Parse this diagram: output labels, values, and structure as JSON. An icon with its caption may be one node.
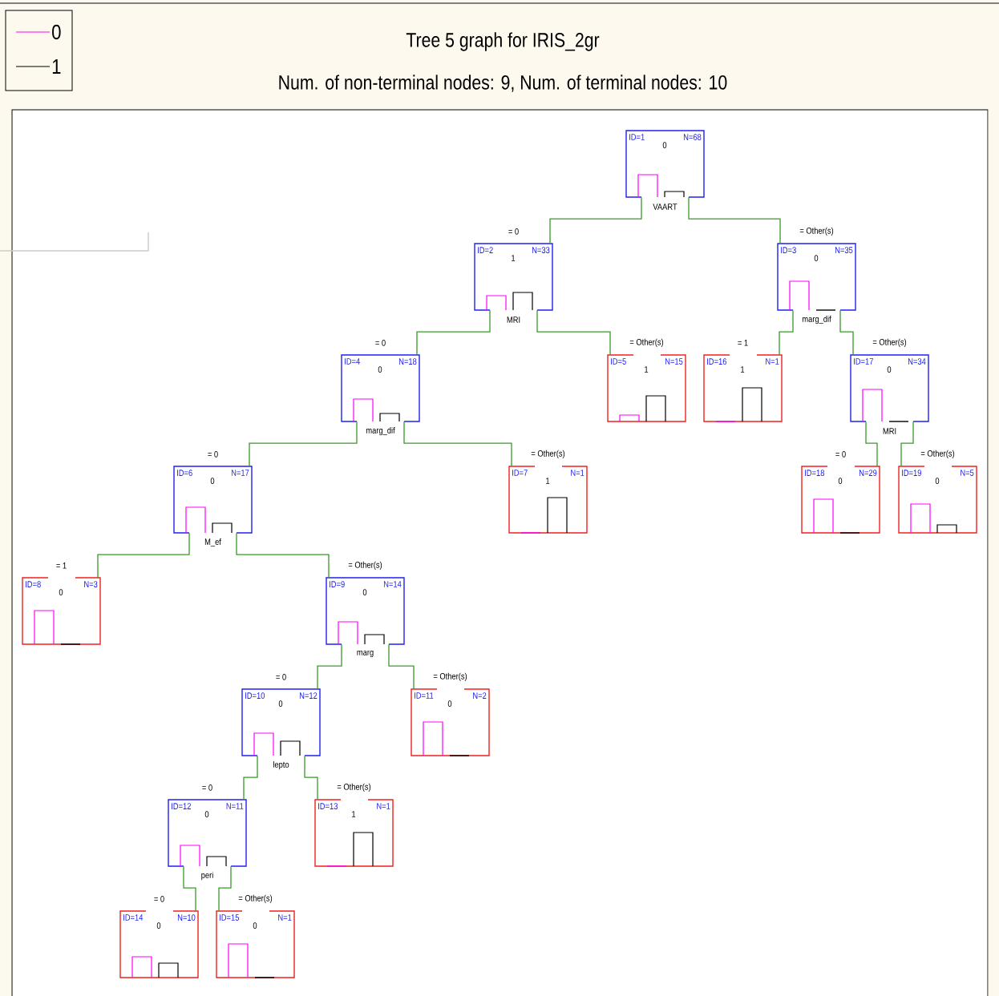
{
  "diagram": {
    "title": "Tree 5 graph for IRIS_2gr",
    "nodes": [
      {
        "text": [
          "ID=1",
          "0",
          "N=68",
          "VAART"
        ]
      },
      {
        "text": [
          "ID=2",
          "1",
          "N=33",
          "MRI"
        ]
      },
      {
        "text": [
          "ID=3",
          "0",
          "N=35",
          "marg_dif"
        ]
      },
      {
        "text": [
          "ID=4",
          "0",
          "N=18",
          "marg_dif"
        ]
      },
      {
        "text": [
          "ID=5",
          "1",
          "N=15"
        ]
      },
      {
        "text": [
          "ID=6",
          "0",
          "N=17",
          "M_ef"
        ]
      },
      {
        "text": [
          "ID=7",
          "1",
          "N=1"
        ]
      },
      {
        "text": [
          "ID=8",
          "0",
          "N=3"
        ]
      },
      {
        "text": [
          "ID=9",
          "0",
          "N=14",
          "marg"
        ]
      },
      {
        "text": [
          "ID=10",
          "0",
          "N=12",
          "lepto"
        ]
      },
      {
        "text": [
          "ID=11",
          "0",
          "N=2"
        ]
      },
      {
        "text": [
          "ID=12",
          "0",
          "N=11",
          "peri"
        ]
      },
      {
        "text": [
          "ID=13",
          "1",
          "N=1"
        ]
      },
      {
        "text": [
          "ID=14",
          "0",
          "N=10"
        ]
      },
      {
        "text": [
          "ID=15",
          "0",
          "N=1"
        ]
      },
      {
        "text": [
          "ID=16",
          "1",
          "N=1"
        ]
      },
      {
        "text": [
          "ID=17",
          "0",
          "N=34",
          "MRI"
        ]
      },
      {
        "text": [
          "ID=18",
          "0",
          "N=29"
        ]
      },
      {
        "text": [
          "ID=19",
          "0",
          "N=5"
        ]
      }
    ],
    "edges": [
      {
        "from": 0,
        "to": 1,
        "arrow": "none",
        "label": "= 0"
      },
      {
        "from": 0,
        "to": 2,
        "arrow": "none",
        "label": "= Other(s)"
      },
      {
        "from": 1,
        "to": 3,
        "arrow": "none",
        "label": "= 0"
      },
      {
        "from": 1,
        "to": 4,
        "arrow": "none",
        "label": "= Other(s)"
      },
      {
        "from": 2,
        "to": 15,
        "arrow": "none",
        "label": "= 1"
      },
      {
        "from": 2,
        "to": 16,
        "arrow": "none",
        "label": "= Other(s)"
      },
      {
        "from": 3,
        "to": 5,
        "arrow": "none",
        "label": "= 0"
      },
      {
        "from": 3,
        "to": 6,
        "arrow": "none",
        "label": "= Other(s)"
      },
      {
        "from": 16,
        "to": 17,
        "arrow": "none",
        "label": "= 0"
      },
      {
        "from": 16,
        "to": 18,
        "arrow": "none",
        "label": "= Other(s)"
      },
      {
        "from": 5,
        "to": 7,
        "arrow": "none",
        "label": "= 1"
      },
      {
        "from": 5,
        "to": 8,
        "arrow": "none",
        "label": "= Other(s)"
      },
      {
        "from": 8,
        "to": 9,
        "arrow": "none",
        "label": "= 0"
      },
      {
        "from": 8,
        "to": 10,
        "arrow": "none",
        "label": "= Other(s)"
      },
      {
        "from": 9,
        "to": 11,
        "arrow": "none",
        "label": "= 0"
      },
      {
        "from": 9,
        "to": 12,
        "arrow": "none",
        "label": "= Other(s)"
      },
      {
        "from": 11,
        "to": 13,
        "arrow": "none",
        "label": "= 0"
      },
      {
        "from": 11,
        "to": 14,
        "arrow": "none",
        "label": "= Other(s)"
      }
    ],
    "labels": [
      "Num. of non-terminal nodes: 9,  Num. of terminal nodes: 10"
    ],
    "legend": [
      {
        "text": "0"
      },
      {
        "text": "1"
      }
    ]
  }
}
